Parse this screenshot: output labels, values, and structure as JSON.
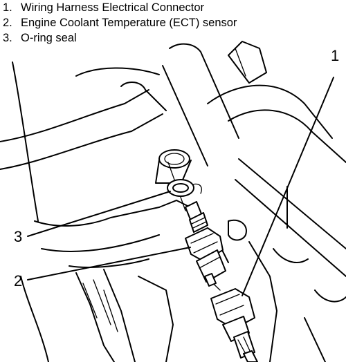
{
  "legend": {
    "items": [
      {
        "number": "1.",
        "text": "Wiring Harness Electrical Connector"
      },
      {
        "number": "2.",
        "text": "Engine Coolant Temperature (ECT) sensor"
      },
      {
        "number": "3.",
        "text": "O-ring seal"
      }
    ]
  },
  "callouts": {
    "c1": "1",
    "c2": "2",
    "c3": "3"
  }
}
